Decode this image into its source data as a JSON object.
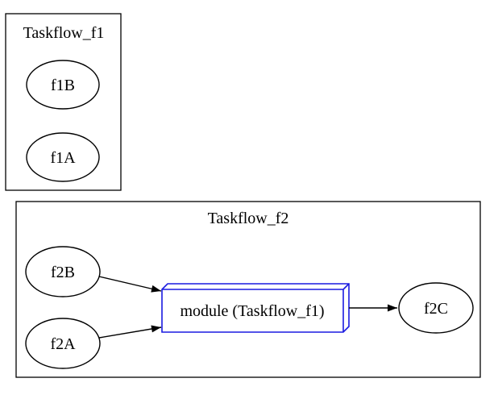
{
  "diagram": {
    "type": "graphviz-digraph",
    "background": "#ffffff",
    "colors": {
      "default_stroke": "#000000",
      "module_stroke": "#1a1ae0",
      "text": "#000000"
    },
    "clusters": {
      "f1": {
        "label": "Taskflow_f1",
        "nodes": [
          "f1B",
          "f1A"
        ]
      },
      "f2": {
        "label": "Taskflow_f2",
        "nodes": [
          "f2B",
          "f2A",
          "module",
          "f2C"
        ]
      }
    },
    "nodes": {
      "f1B": {
        "label": "f1B",
        "shape": "ellipse"
      },
      "f1A": {
        "label": "f1A",
        "shape": "ellipse"
      },
      "f2B": {
        "label": "f2B",
        "shape": "ellipse"
      },
      "f2A": {
        "label": "f2A",
        "shape": "ellipse"
      },
      "module": {
        "label": "module (Taskflow_f1)",
        "shape": "box3d",
        "color": "#1a1ae0"
      },
      "f2C": {
        "label": "f2C",
        "shape": "ellipse"
      }
    },
    "edges": [
      {
        "from": "f2B",
        "to": "module",
        "arrowhead": "normal"
      },
      {
        "from": "f2A",
        "to": "module",
        "arrowhead": "normal"
      },
      {
        "from": "module",
        "to": "f2C",
        "arrowhead": "normal"
      }
    ]
  }
}
